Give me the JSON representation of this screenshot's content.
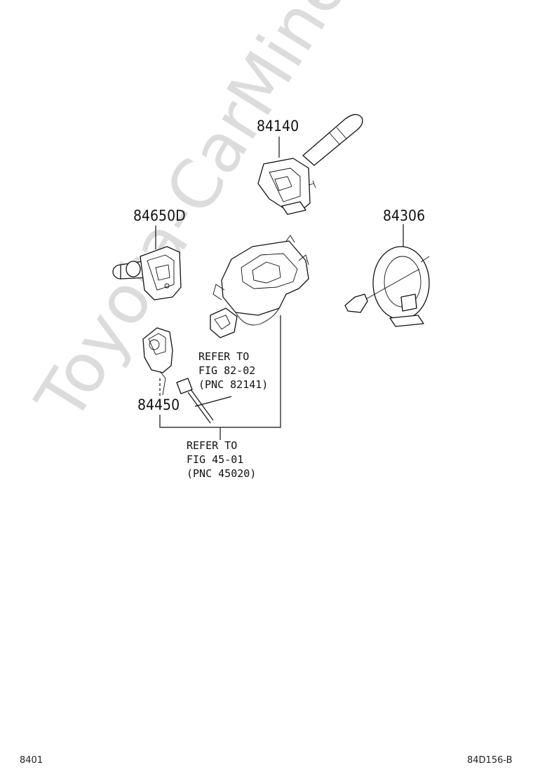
{
  "watermark": "Toyota-CarMine.ru",
  "part_numbers": {
    "p84140": "84140",
    "p84650D": "84650D",
    "p84306": "84306",
    "p84450": "84450"
  },
  "references": {
    "ref_82": {
      "line1": "REFER TO",
      "line2": "FIG 82-02",
      "line3": "(PNC 82141)"
    },
    "ref_45": {
      "line1": "REFER TO",
      "line2": "FIG 45-01",
      "line3": "(PNC 45020)"
    }
  },
  "footer": {
    "left_code": "8401",
    "right_code": "84D156-B"
  }
}
